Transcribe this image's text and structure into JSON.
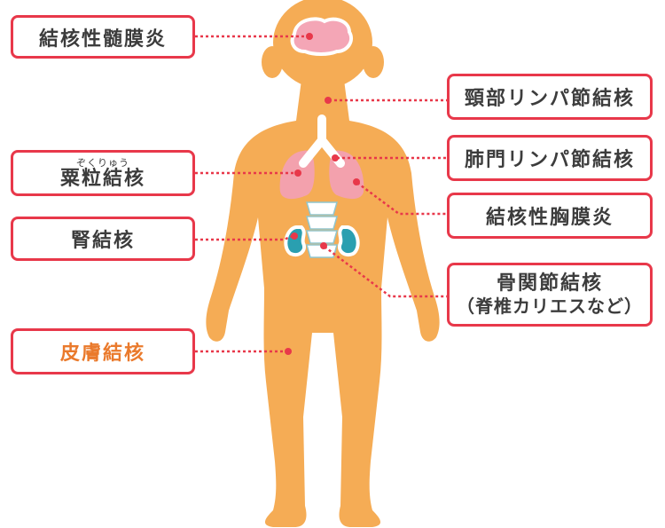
{
  "colors": {
    "body": "#f5ac55",
    "brain": "#f4a6b6",
    "lungs": "#f3a1ad",
    "kidneys": "#2a9fb0",
    "border": "#e8384a",
    "text": "#3c3c3c",
    "skin_text": "#ea7a2c"
  },
  "labels": {
    "meningitis": "結核性髄膜炎",
    "cervical": "頸部リンパ節結核",
    "hilar": "肺門リンパ節結核",
    "miliary_ruby": "ぞくりゅう",
    "miliary": "粟粒結核",
    "pleurisy": "結核性胸膜炎",
    "renal": "腎結核",
    "bone_joint": "骨関節結核",
    "spinal_caries": "（脊椎カリエスなど）",
    "skin": "皮膚結核"
  }
}
